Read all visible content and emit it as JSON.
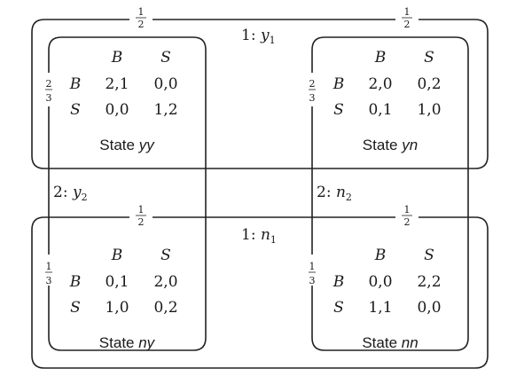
{
  "row_events": [
    {
      "label_prefix": "1: ",
      "label_var": "y",
      "label_sub": "1",
      "prob_num": "1",
      "prob_den": "2"
    },
    {
      "label_prefix": "1: ",
      "label_var": "n",
      "label_sub": "1",
      "prob_num": "1",
      "prob_den": "2"
    }
  ],
  "col_events": [
    {
      "label_prefix": "2: ",
      "label_var": "y",
      "label_sub": "2"
    },
    {
      "label_prefix": "2: ",
      "label_var": "n",
      "label_sub": "2"
    }
  ],
  "states": [
    {
      "name_prefix": "State ",
      "name_var": "yy",
      "prob_num": "2",
      "prob_den": "3",
      "col_headers": [
        "B",
        "S"
      ],
      "row_headers": [
        "B",
        "S"
      ],
      "payoffs": [
        [
          "2,1",
          "0,0"
        ],
        [
          "0,0",
          "1,2"
        ]
      ]
    },
    {
      "name_prefix": "State ",
      "name_var": "yn",
      "prob_num": "2",
      "prob_den": "3",
      "col_headers": [
        "B",
        "S"
      ],
      "row_headers": [
        "B",
        "S"
      ],
      "payoffs": [
        [
          "2,0",
          "0,2"
        ],
        [
          "0,1",
          "1,0"
        ]
      ]
    },
    {
      "name_prefix": "State ",
      "name_var": "ny",
      "prob_num": "1",
      "prob_den": "3",
      "col_headers": [
        "B",
        "S"
      ],
      "row_headers": [
        "B",
        "S"
      ],
      "payoffs": [
        [
          "0,1",
          "2,0"
        ],
        [
          "1,0",
          "0,2"
        ]
      ]
    },
    {
      "name_prefix": "State ",
      "name_var": "nn",
      "prob_num": "1",
      "prob_den": "3",
      "col_headers": [
        "B",
        "S"
      ],
      "row_headers": [
        "B",
        "S"
      ],
      "payoffs": [
        [
          "0,0",
          "2,2"
        ],
        [
          "1,1",
          "0,0"
        ]
      ]
    }
  ]
}
